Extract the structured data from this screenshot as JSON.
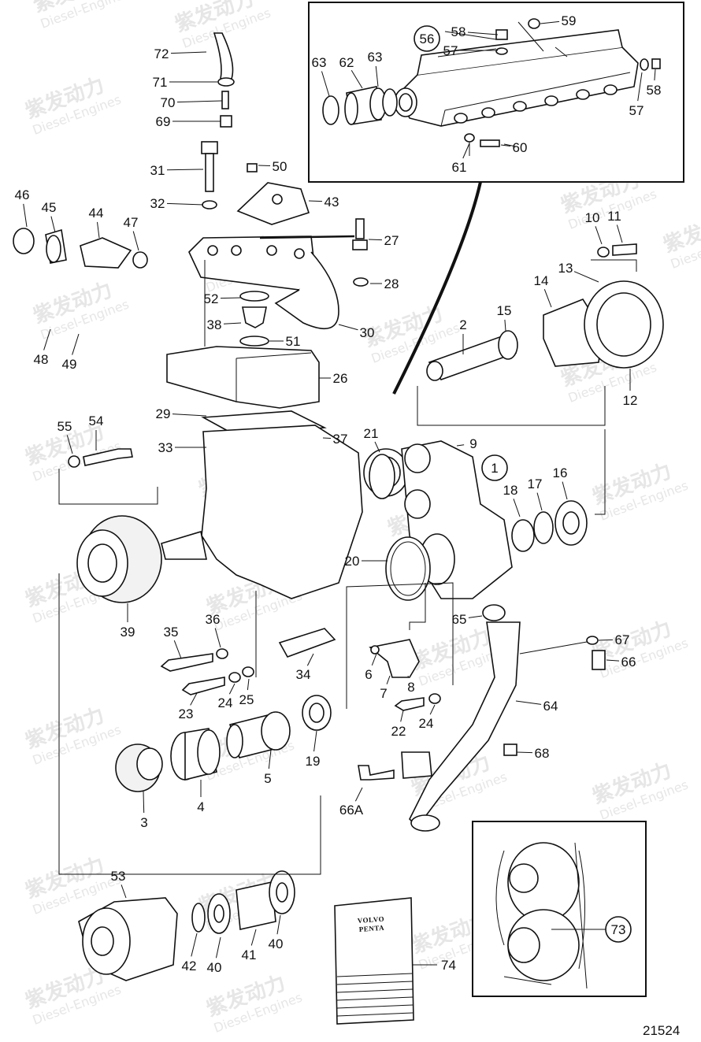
{
  "watermark": {
    "brand_cn": "紫发动力",
    "brand_en": "Diesel-Engines"
  },
  "figure_number": "21524",
  "circled_labels": [
    "56",
    "1",
    "73"
  ],
  "manual": {
    "line1": "VOLVO",
    "line2": "PENTA",
    "ref": "74"
  },
  "part_labels": [
    "72",
    "71",
    "70",
    "69",
    "31",
    "50",
    "43",
    "32",
    "46",
    "45",
    "44",
    "47",
    "27",
    "28",
    "52",
    "38",
    "51",
    "30",
    "48",
    "49",
    "26",
    "29",
    "37",
    "33",
    "55",
    "54",
    "21",
    "9",
    "39",
    "35",
    "36",
    "34",
    "23",
    "24",
    "25",
    "6",
    "7",
    "8",
    "22",
    "24b",
    "20",
    "18",
    "17",
    "16",
    "2",
    "15",
    "14",
    "13",
    "10",
    "11",
    "12",
    "65",
    "67",
    "66",
    "64",
    "68",
    "66A",
    "19",
    "5",
    "4",
    "3",
    "53",
    "42",
    "40",
    "41",
    "40b",
    "59",
    "58",
    "57",
    "63",
    "62",
    "63b",
    "57b",
    "58b",
    "61",
    "60"
  ],
  "label_text": {
    "72": "72",
    "71": "71",
    "70": "70",
    "69": "69",
    "31": "31",
    "50": "50",
    "43": "43",
    "32": "32",
    "46": "46",
    "45": "45",
    "44": "44",
    "47": "47",
    "27": "27",
    "28": "28",
    "52": "52",
    "38": "38",
    "51": "51",
    "30": "30",
    "48": "48",
    "49": "49",
    "26": "26",
    "29": "29",
    "37": "37",
    "33": "33",
    "55": "55",
    "54": "54",
    "21": "21",
    "9": "9",
    "39": "39",
    "35": "35",
    "36": "36",
    "34": "34",
    "23": "23",
    "24": "24",
    "25": "25",
    "6": "6",
    "7": "7",
    "8": "8",
    "22": "22",
    "24b": "24",
    "20": "20",
    "18": "18",
    "17": "17",
    "16": "16",
    "2": "2",
    "15": "15",
    "14": "14",
    "13": "13",
    "10": "10",
    "11": "11",
    "12": "12",
    "65": "65",
    "67": "67",
    "66": "66",
    "64": "64",
    "68": "68",
    "66A": "66A",
    "19": "19",
    "5": "5",
    "4": "4",
    "3": "3",
    "53": "53",
    "42": "42",
    "40": "40",
    "41": "41",
    "40b": "40",
    "59": "59",
    "58": "58",
    "57": "57",
    "63": "63",
    "62": "62",
    "63b": "63",
    "57b": "57",
    "58b": "58",
    "61": "61",
    "60": "60"
  }
}
